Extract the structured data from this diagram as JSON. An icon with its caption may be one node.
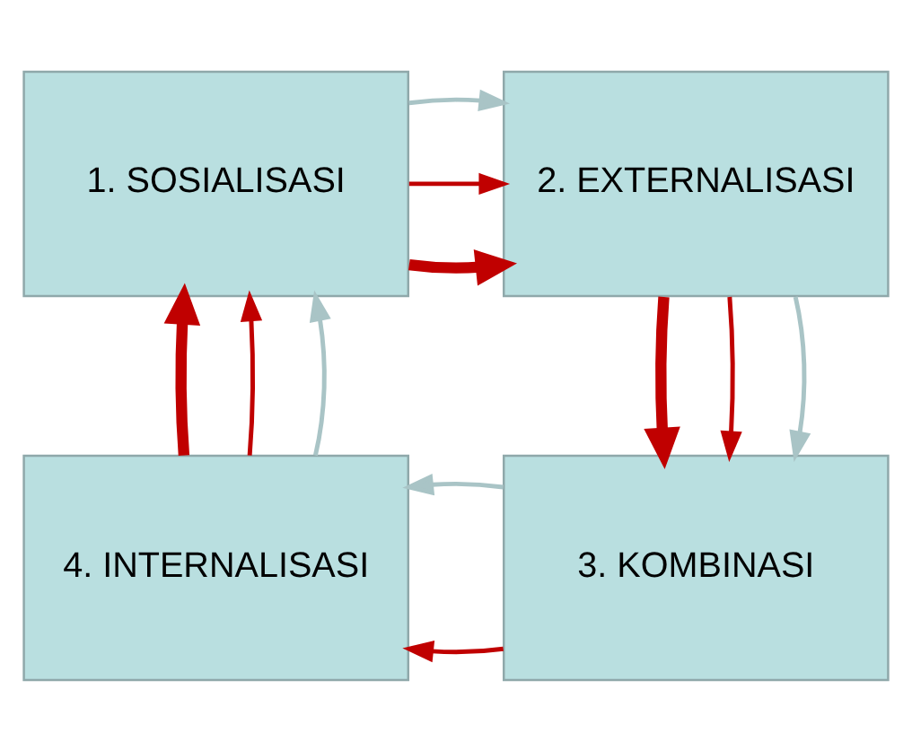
{
  "diagram": {
    "nodes": [
      {
        "text": [
          "1. SOSIALISASI"
        ]
      },
      {
        "text": [
          "2. EXTERNALISASI"
        ]
      },
      {
        "text": [
          "4. INTERNALISASI"
        ]
      },
      {
        "text": [
          "3. KOMBINASI"
        ]
      }
    ],
    "edges": [
      {
        "from": 2,
        "to": 0,
        "arrow": "to",
        "style": "thick"
      },
      {
        "from": 0,
        "to": 1,
        "arrow": "to",
        "style": "thick"
      },
      {
        "from": 1,
        "to": 3,
        "arrow": "to",
        "style": "thick"
      },
      {
        "from": 2,
        "to": 0,
        "arrow": "to"
      },
      {
        "from": 0,
        "to": 1,
        "arrow": "to"
      },
      {
        "from": 1,
        "to": 3,
        "arrow": "to"
      },
      {
        "from": 3,
        "to": 2,
        "arrow": "to"
      },
      {
        "from": 0,
        "to": 1,
        "arrow": "to",
        "color": "#a9c4c6"
      },
      {
        "from": 1,
        "to": 3,
        "arrow": "to",
        "color": "#a9c4c6"
      },
      {
        "from": 3,
        "to": 2,
        "arrow": "to",
        "color": "#a9c4c6"
      },
      {
        "from": 2,
        "to": 0,
        "arrow": "to",
        "color": "#a9c4c6"
      }
    ]
  }
}
